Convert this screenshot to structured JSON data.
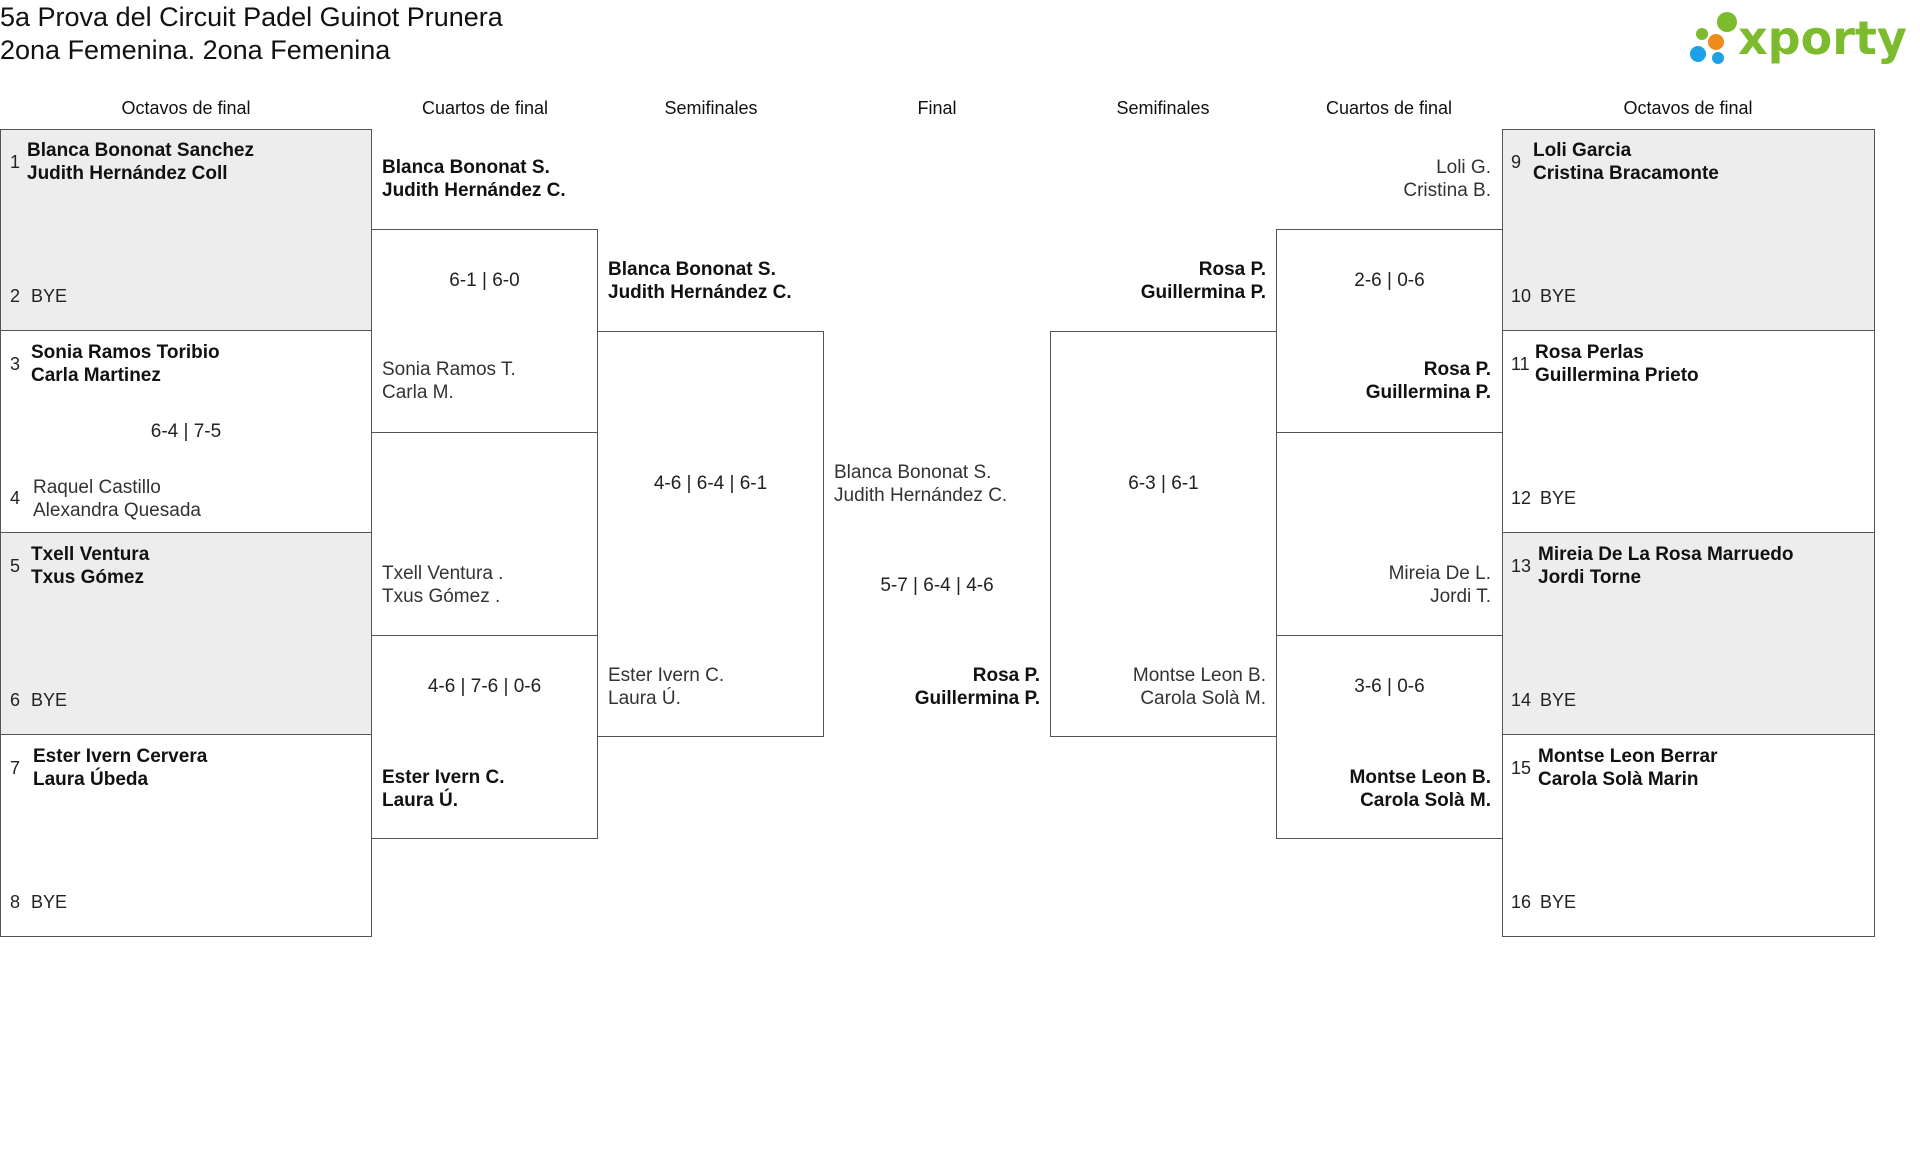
{
  "header": {
    "title": "5a Prova del Circuit Padel Guinot Prunera",
    "subtitle": "2ona Femenina. 2ona Femenina",
    "logo_text": "xporty"
  },
  "rounds": {
    "left": [
      "Octavos de final",
      "Cuartos de final",
      "Semifinales"
    ],
    "final": "Final",
    "right": [
      "Semifinales",
      "Cuartos de final",
      "Octavos de final"
    ]
  },
  "octavos_left": [
    {
      "seed": "1",
      "p1": "Blanca Bononat Sanchez",
      "p2": "Judith Hernández Coll",
      "winner": true
    },
    {
      "seed": "2",
      "bye": "BYE"
    },
    {
      "seed": "3",
      "p1": "Sonia Ramos Toribio",
      "p2": "Carla Martinez",
      "winner": true
    },
    {
      "seed": "4",
      "p1": "Raquel Castillo",
      "p2": "Alexandra Quesada",
      "winner": false
    },
    {
      "seed": "5",
      "p1": "Txell Ventura",
      "p2": "Txus Gómez",
      "winner": true
    },
    {
      "seed": "6",
      "bye": "BYE"
    },
    {
      "seed": "7",
      "p1": "Ester Ivern Cervera",
      "p2": "Laura Úbeda",
      "winner": true
    },
    {
      "seed": "8",
      "bye": "BYE"
    }
  ],
  "octavos_left_scores": [
    "6-4 | 7-5"
  ],
  "cuartos_left": [
    {
      "p1": "Blanca Bononat S.",
      "p2": "Judith Hernández C.",
      "winner": true
    },
    {
      "p1": "Sonia Ramos T.",
      "p2": "Carla M.",
      "winner": false
    },
    {
      "p1": "Txell Ventura .",
      "p2": "Txus Gómez .",
      "winner": false
    },
    {
      "p1": "Ester Ivern C.",
      "p2": "Laura Ú.",
      "winner": true
    }
  ],
  "cuartos_left_scores": [
    "6-1 | 6-0",
    "4-6 | 7-6 | 0-6"
  ],
  "semis_left": [
    {
      "p1": "Blanca Bononat S.",
      "p2": "Judith Hernández C.",
      "winner": true
    },
    {
      "p1": "Ester Ivern C.",
      "p2": "Laura Ú.",
      "winner": false
    }
  ],
  "semis_left_score": "4-6 | 6-4 | 6-1",
  "final": {
    "top": {
      "p1": "Blanca Bononat S.",
      "p2": "Judith Hernández C.",
      "winner": false
    },
    "bottom": {
      "p1": "Rosa P.",
      "p2": "Guillermina P.",
      "winner": true
    },
    "score": "5-7 | 6-4 | 4-6"
  },
  "semis_right": [
    {
      "p1": "Rosa P.",
      "p2": "Guillermina P.",
      "winner": true
    },
    {
      "p1": "Montse Leon B.",
      "p2": "Carola Solà M.",
      "winner": false
    }
  ],
  "semis_right_score": "6-3 | 6-1",
  "cuartos_right": [
    {
      "p1": "Loli G.",
      "p2": "Cristina B.",
      "winner": false
    },
    {
      "p1": "Rosa P.",
      "p2": "Guillermina P.",
      "winner": true
    },
    {
      "p1": "Mireia De L.",
      "p2": "Jordi T.",
      "winner": false
    },
    {
      "p1": "Montse Leon B.",
      "p2": "Carola Solà M.",
      "winner": true
    }
  ],
  "cuartos_right_scores": [
    "2-6 | 0-6",
    "3-6 | 0-6"
  ],
  "octavos_right": [
    {
      "seed": "9",
      "p1": "Loli Garcia",
      "p2": "Cristina Bracamonte",
      "winner": true
    },
    {
      "seed": "10",
      "bye": "BYE"
    },
    {
      "seed": "11",
      "p1": "Rosa Perlas",
      "p2": "Guillermina Prieto",
      "winner": true
    },
    {
      "seed": "12",
      "bye": "BYE"
    },
    {
      "seed": "13",
      "p1": "Mireia De La Rosa Marruedo",
      "p2": "Jordi Torne",
      "winner": true
    },
    {
      "seed": "14",
      "bye": "BYE"
    },
    {
      "seed": "15",
      "p1": "Montse Leon Berrar",
      "p2": "Carola Solà Marin",
      "winner": true
    },
    {
      "seed": "16",
      "bye": "BYE"
    }
  ],
  "colors": {
    "shade": "#ededed",
    "logo_green": "#7dbb2e",
    "logo_blue": "#1ea0e6",
    "logo_orange": "#f08a1c"
  }
}
